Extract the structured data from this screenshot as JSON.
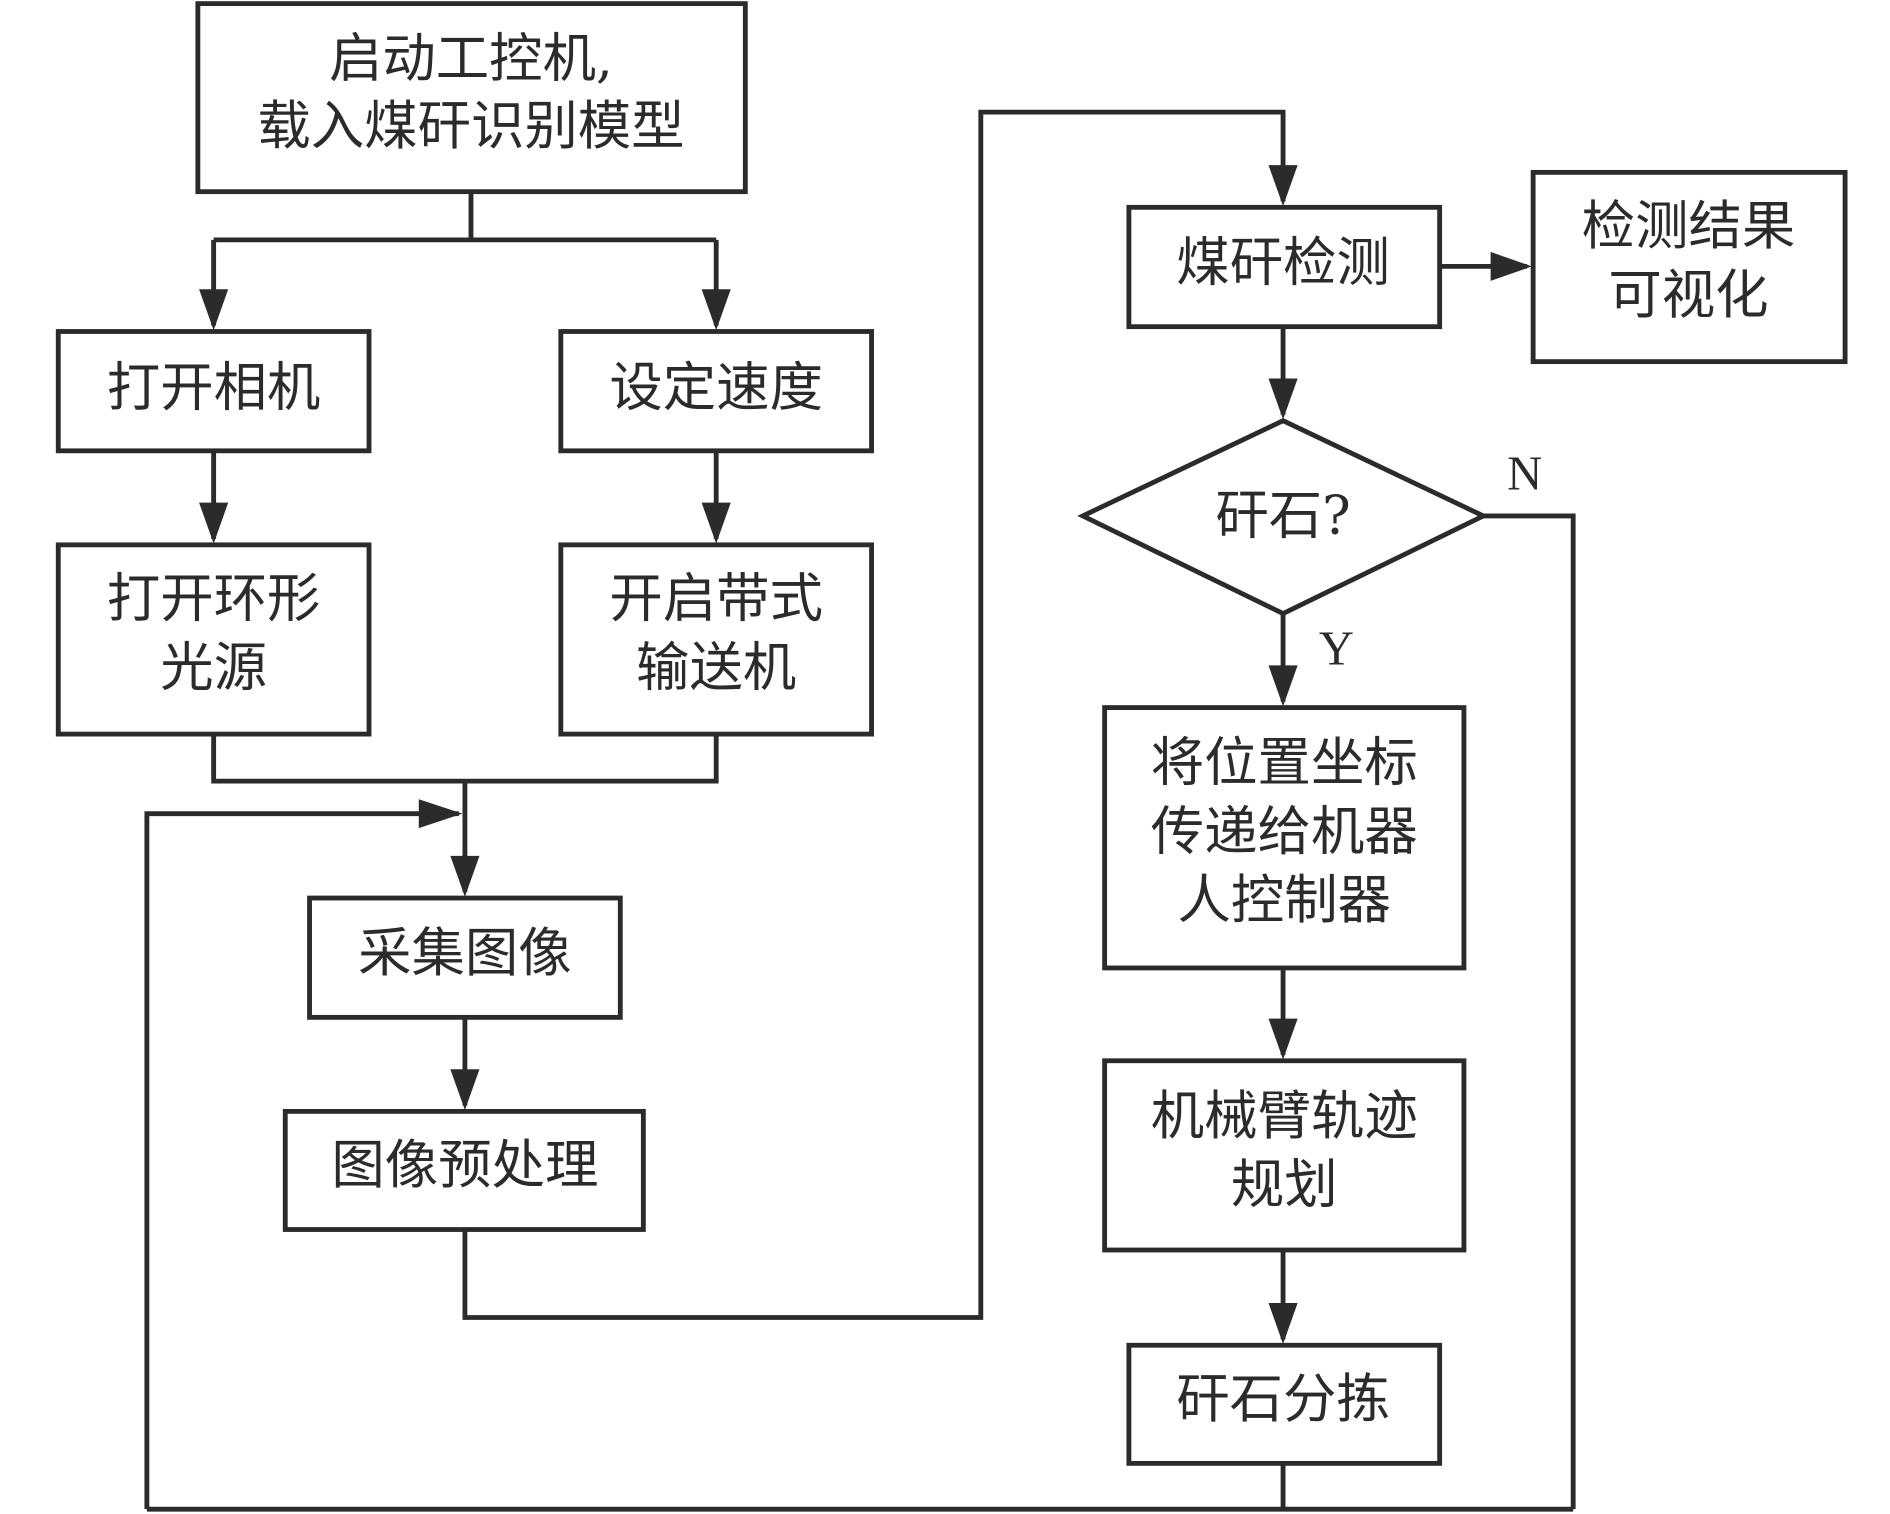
{
  "diagram": {
    "type": "flowchart",
    "nodes": {
      "start": [
        "启动工控机,",
        "载入煤矸识别模型"
      ],
      "open_camera": [
        "打开相机"
      ],
      "set_speed": [
        "设定速度"
      ],
      "open_light": [
        "打开环形",
        "光源"
      ],
      "start_conveyor": [
        "开启带式",
        "输送机"
      ],
      "capture": [
        "采集图像"
      ],
      "preprocess": [
        "图像预处理"
      ],
      "detect": [
        "煤矸检测"
      ],
      "visualize": [
        "检测结果",
        "可视化"
      ],
      "decision": [
        "矸石?"
      ],
      "send_coords": [
        "将位置坐标",
        "传递给机器",
        "人控制器"
      ],
      "trajectory": [
        "机械臂轨迹",
        "规划"
      ],
      "sort": [
        "矸石分拣"
      ]
    },
    "branch_labels": {
      "yes": "Y",
      "no": "N"
    },
    "edges": [
      [
        "start",
        "open_camera"
      ],
      [
        "start",
        "set_speed"
      ],
      [
        "open_camera",
        "open_light"
      ],
      [
        "set_speed",
        "start_conveyor"
      ],
      [
        "open_light",
        "capture"
      ],
      [
        "start_conveyor",
        "capture"
      ],
      [
        "capture",
        "preprocess"
      ],
      [
        "preprocess",
        "detect"
      ],
      [
        "detect",
        "visualize"
      ],
      [
        "detect",
        "decision"
      ],
      [
        "decision",
        "send_coords",
        "Y"
      ],
      [
        "decision",
        "capture",
        "N"
      ],
      [
        "send_coords",
        "trajectory"
      ],
      [
        "trajectory",
        "sort"
      ],
      [
        "sort",
        "capture"
      ]
    ],
    "colors": {
      "stroke": "#2b2b2b",
      "background": "#ffffff"
    }
  }
}
